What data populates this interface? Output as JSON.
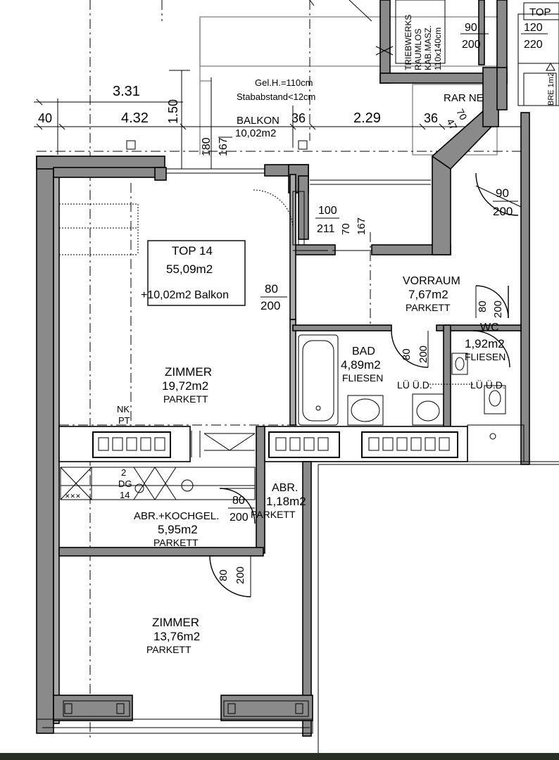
{
  "header": {
    "top_label": "TOP",
    "shaft": [
      "TRIEBWERKS",
      "RAUMLOS",
      "KAB.MASZ.",
      "110x140cm"
    ],
    "dim_90": "90",
    "dim_200": "200",
    "top_r_1": "120",
    "top_r_2": "220",
    "bre": "BRE 1m2"
  },
  "balcony": {
    "rail_height": "Gel.H.=110cm",
    "bar_spacing": "Stababstand<12cm",
    "name": "BALKON",
    "area": "10,02m2",
    "dim_331": "3.31",
    "dim_40": "40",
    "dim_432": "4.32",
    "dim_150": "1.50",
    "dim_36a": "36",
    "dim_229": "2.29",
    "dim_36b": "36",
    "dim_180": "180",
    "dim_167": "167",
    "dim_rar": "RAR NEU",
    "dim_70": "70",
    "dim_47": "47"
  },
  "unit": {
    "name": "TOP 14",
    "area": "55,09m2",
    "balcony": "+10,02m2 Balkon"
  },
  "rooms": {
    "zimmer1": {
      "name": "ZIMMER",
      "area": "19,72m2",
      "floor": "PARKETT"
    },
    "vorraum": {
      "name": "VORRAUM",
      "area": "7,67m2",
      "floor": "PARKETT"
    },
    "bad": {
      "name": "BAD",
      "area": "4,89m2",
      "floor": "FLIESEN"
    },
    "wc": {
      "name": "WC",
      "area": "1,92m2",
      "floor": "FLIESEN"
    },
    "kochgel": {
      "name": "ABR.+KOCHGEL.",
      "area": "5,95m2",
      "floor": "PARKETT"
    },
    "abr": {
      "name": "ABR.",
      "area": "1,18m2",
      "floor": "PARKETT"
    },
    "zimmer2": {
      "name": "ZIMMER",
      "area": "13,76m2",
      "floor": "PARKETT"
    }
  },
  "doors": {
    "d_80": "80",
    "d_200": "200",
    "d_100": "100",
    "d_211": "211",
    "d_70": "70",
    "d_167": "167",
    "d_90": "90"
  },
  "misc": {
    "lu1": "LÜ Ü.D.",
    "lu2": "LÜ Ü.D.",
    "nk": "NK",
    "pt": "PT",
    "k2": "2",
    "dg": "DG",
    "k14": "14",
    "xxx": "✕✕✕"
  }
}
